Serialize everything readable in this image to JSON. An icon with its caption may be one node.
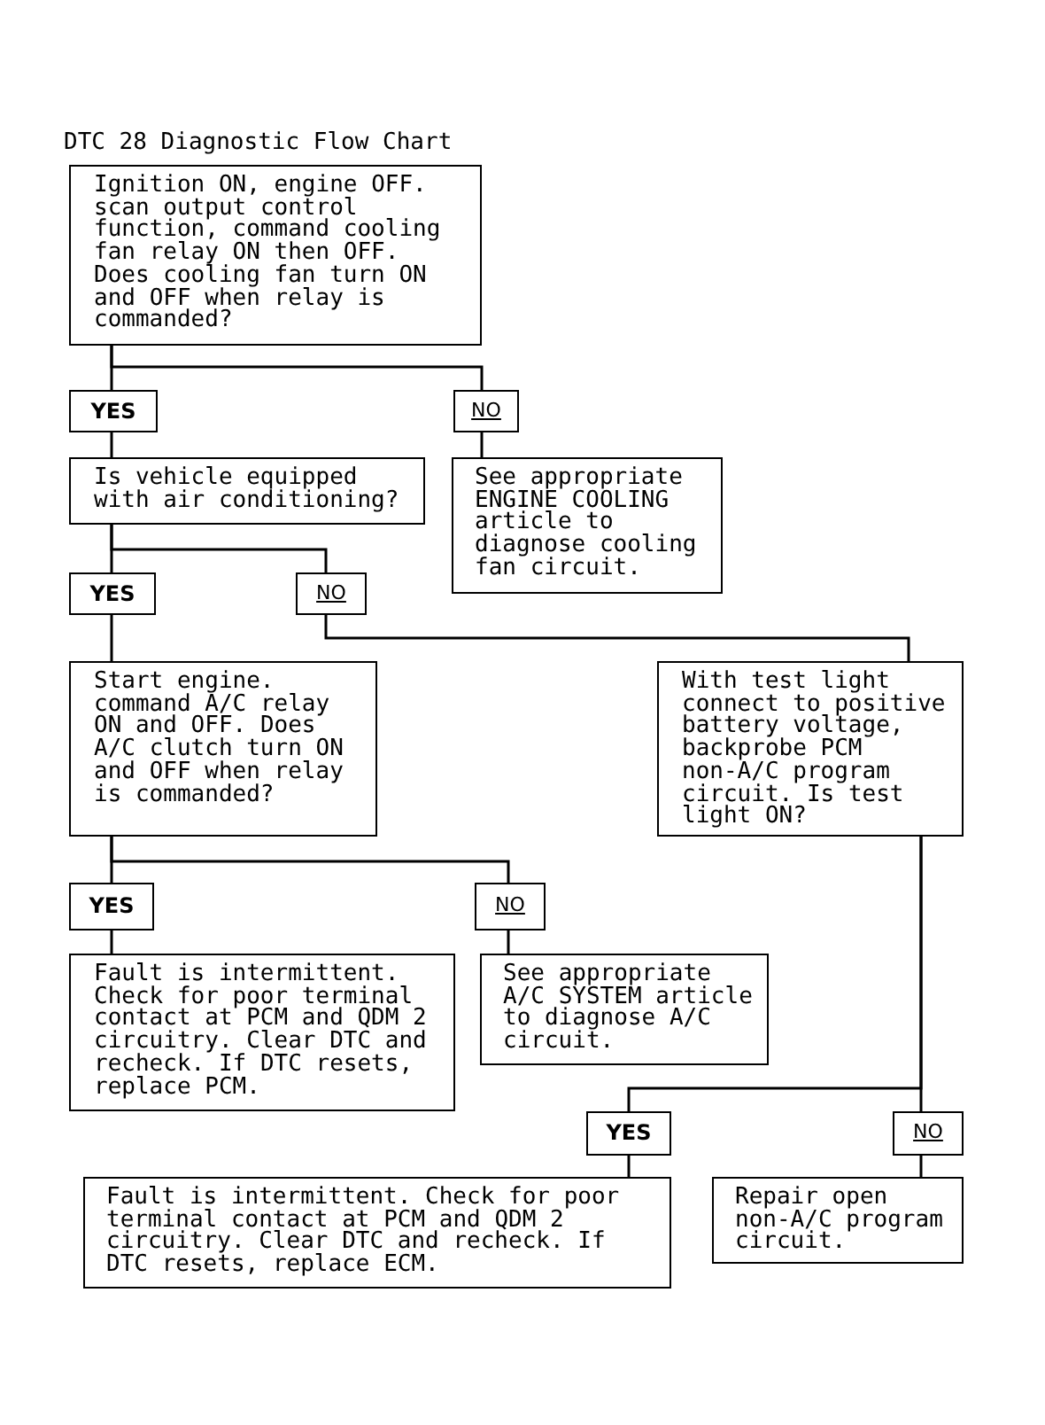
{
  "diagram": {
    "title": "DTC 28 Diagnostic Flow Chart",
    "nodes": [
      {
        "text": [
          "Ignition ON, engine OFF. scan output control function, command cooling fan relay ON then OFF. Does cooling fan turn ON and OFF when relay is commanded?"
        ]
      },
      {
        "text": [
          "YES"
        ]
      },
      {
        "text": [
          "NO"
        ]
      },
      {
        "text": [
          "Is vehicle equipped with air conditioning?"
        ]
      },
      {
        "text": [
          "See appropriate ENGINE COOLING article to diagnose cooling fan circuit."
        ]
      },
      {
        "text": [
          "YES"
        ]
      },
      {
        "text": [
          "NO"
        ]
      },
      {
        "text": [
          "Start engine. command A/C relay ON and OFF. Does A/C clutch turn ON and OFF when relay is commanded?"
        ]
      },
      {
        "text": [
          "With test light connect to positive battery voltage, backprobe PCM non-A/C program circuit. Is test light ON?"
        ]
      },
      {
        "text": [
          "YES"
        ]
      },
      {
        "text": [
          "NO"
        ]
      },
      {
        "text": [
          "Fault is intermittent. Check for poor terminal contact at PCM and QDM 2 circuitry. Clear DTC and recheck. If DTC resets, replace PCM."
        ]
      },
      {
        "text": [
          "See appropriate A/C SYSTEM article to diagnose A/C circuit."
        ]
      },
      {
        "text": [
          "YES"
        ]
      },
      {
        "text": [
          "NO"
        ]
      },
      {
        "text": [
          "Fault is intermittent. Check for poor terminal contact at PCM and QDM 2 circuitry. Clear DTC and recheck. If DTC resets, replace ECM."
        ]
      },
      {
        "text": [
          "Repair open non-A/C program circuit."
        ]
      }
    ],
    "edges": [
      {
        "from": 0,
        "to": 1,
        "arrow": "none"
      },
      {
        "from": 0,
        "to": 2,
        "arrow": "none"
      },
      {
        "from": 1,
        "to": 3,
        "arrow": "none"
      },
      {
        "from": 2,
        "to": 4,
        "arrow": "none"
      },
      {
        "from": 3,
        "to": 5,
        "arrow": "none"
      },
      {
        "from": 3,
        "to": 6,
        "arrow": "none"
      },
      {
        "from": 5,
        "to": 7,
        "arrow": "none"
      },
      {
        "from": 6,
        "to": 8,
        "arrow": "none"
      },
      {
        "from": 7,
        "to": 9,
        "arrow": "none"
      },
      {
        "from": 7,
        "to": 10,
        "arrow": "none"
      },
      {
        "from": 9,
        "to": 11,
        "arrow": "none"
      },
      {
        "from": 10,
        "to": 12,
        "arrow": "none"
      },
      {
        "from": 8,
        "to": 13,
        "arrow": "none"
      },
      {
        "from": 8,
        "to": 14,
        "arrow": "none"
      },
      {
        "from": 13,
        "to": 15,
        "arrow": "none"
      },
      {
        "from": 14,
        "to": 16,
        "arrow": "none"
      }
    ]
  }
}
